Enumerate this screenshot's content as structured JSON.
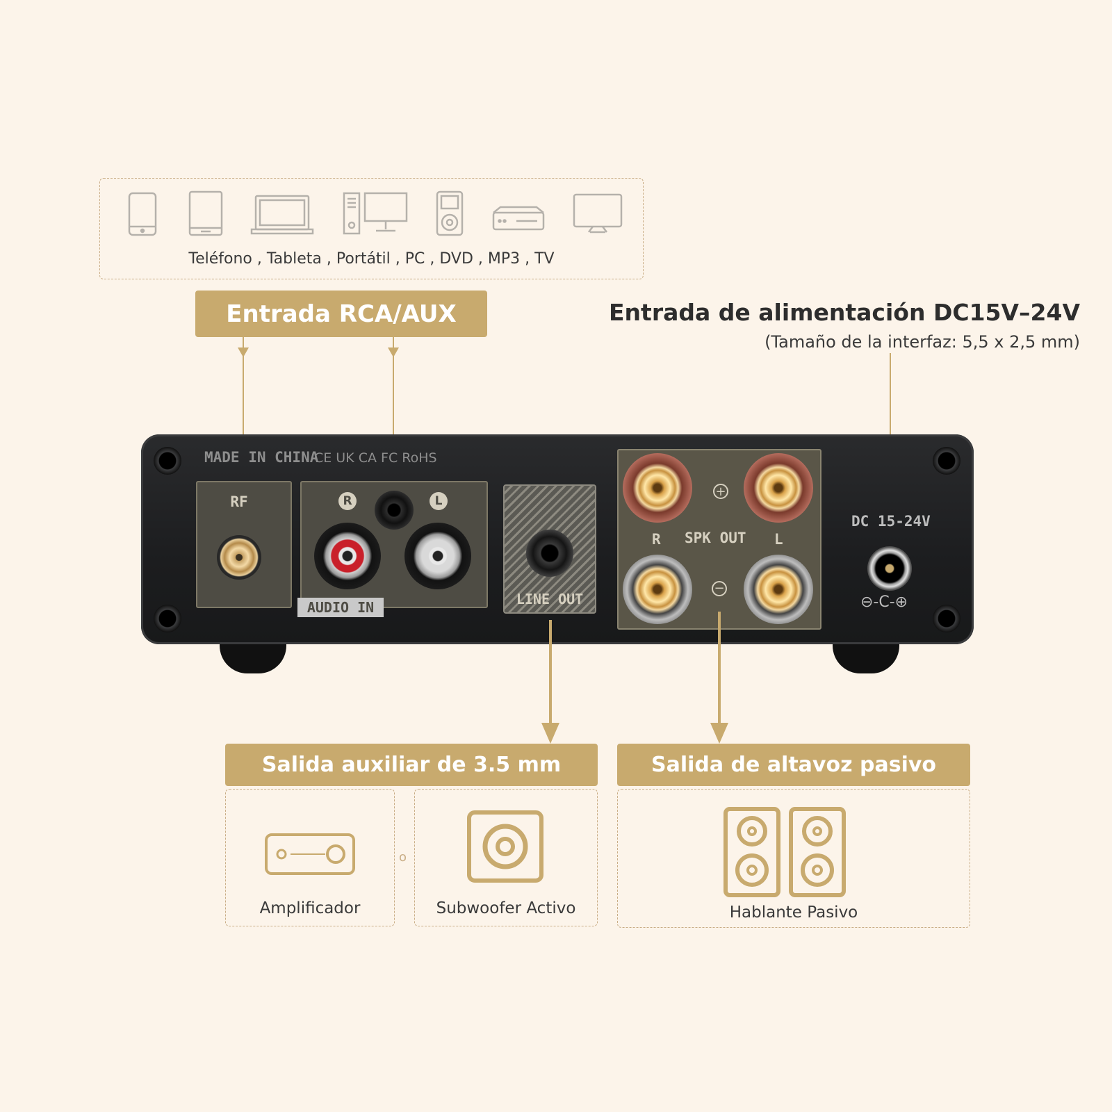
{
  "sources": {
    "label": "Teléfono , Tableta , Portátil , PC , DVD , MP3 , TV",
    "icons": [
      "phone-icon",
      "tablet-icon",
      "laptop-icon",
      "pc-icon",
      "mp3-player-icon",
      "dvd-player-icon",
      "tv-icon"
    ]
  },
  "rca_input": {
    "title": "Entrada RCA/AUX"
  },
  "power_input": {
    "title": "Entrada de alimentación DC15V–24V",
    "subtitle": "(Tamaño de la interfaz: 5,5 x 2,5 mm)"
  },
  "device": {
    "cert_text": "MADE IN CHINA",
    "cert_marks": "CE  UK CA  FC  RoHS",
    "rf_label": "RF",
    "r_label": "R",
    "l_label": "L",
    "audio_in_label": "AUDIO IN",
    "line_out_label": "LINE OUT",
    "spk_out_label": "SPK OUT",
    "spk_r_label": "R",
    "spk_l_label": "L",
    "plus_label": "+",
    "minus_label": "−",
    "dc_label": "DC 15-24V",
    "polarity_label": "⊖-C-⊕"
  },
  "aux_output": {
    "title": "Salida auxiliar de 3.5 mm",
    "separator": "o",
    "items": [
      {
        "label": "Amplificador",
        "icon": "amplifier-icon"
      },
      {
        "label": "Subwoofer Activo",
        "icon": "subwoofer-icon"
      }
    ]
  },
  "speaker_output": {
    "title": "Salida de altavoz pasivo",
    "item": {
      "label": "Hablante Pasivo",
      "icon": "passive-speakers-icon"
    }
  },
  "colors": {
    "accent": "#c8aa6e",
    "background": "#fcf4ea",
    "device": "#1e1f21",
    "panel": "#555248"
  }
}
